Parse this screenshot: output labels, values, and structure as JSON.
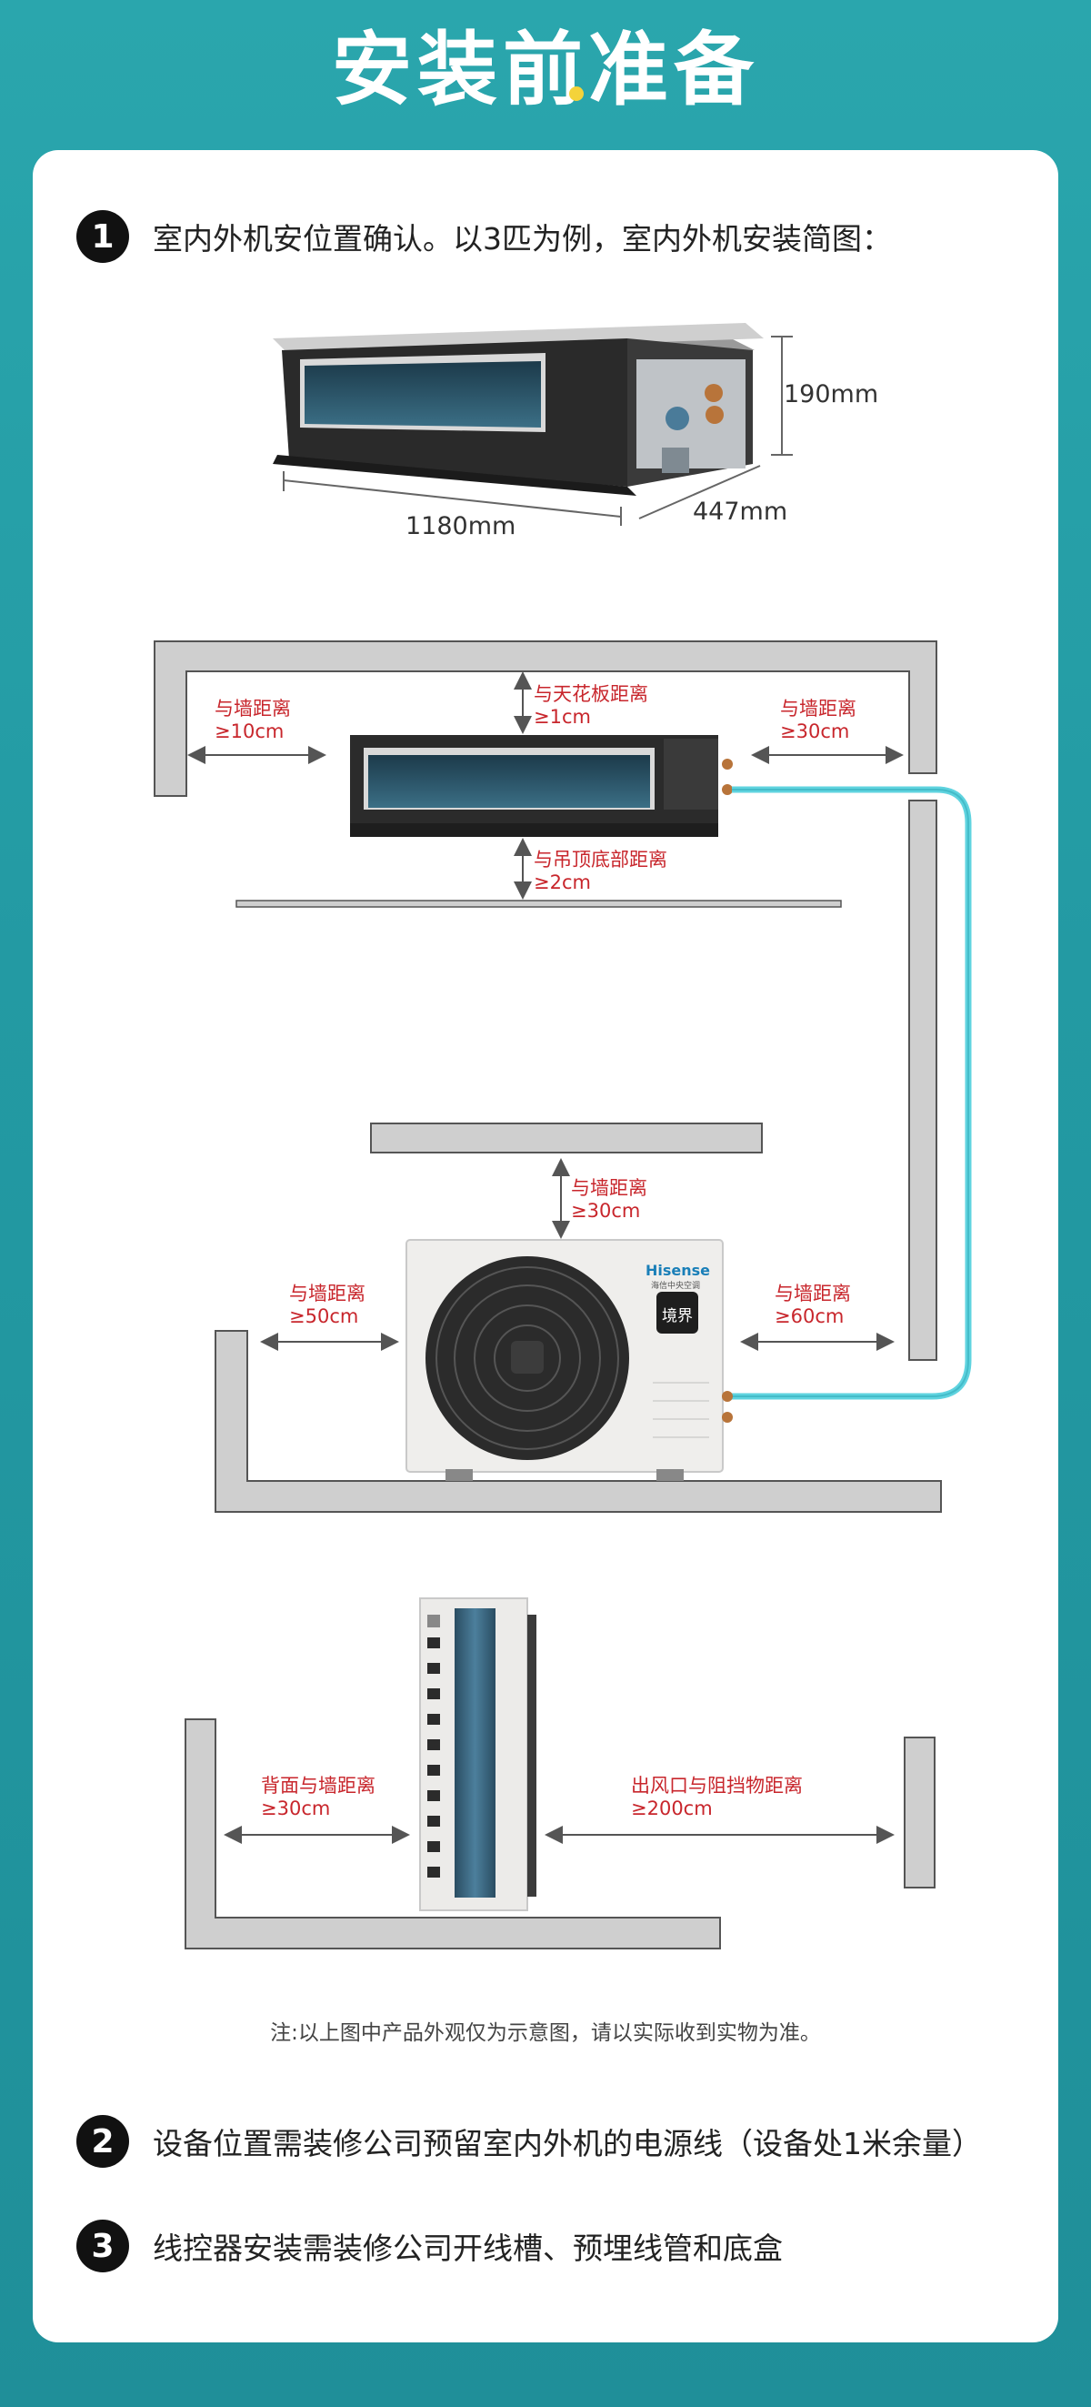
{
  "page": {
    "title": "安装前准备",
    "colors": {
      "background": "#2aa6ad",
      "accent_label": "#c8262c",
      "pipe": "#5fd3df",
      "wall": "#cfcfcf"
    }
  },
  "steps": [
    {
      "num": "1",
      "text": "室内外机安位置确认。以3匹为例，室内外机安装简图："
    },
    {
      "num": "2",
      "text": "设备位置需装修公司预留室内外机的电源线（设备处1米余量）"
    },
    {
      "num": "3",
      "text": "线控器安装需装修公司开线槽、预埋线管和底盒"
    }
  ],
  "dimensions": {
    "width": "1180mm",
    "depth": "447mm",
    "height": "190mm"
  },
  "indoor_clearances": {
    "left_wall": {
      "label": "与墙距离",
      "value": "≥10cm"
    },
    "ceiling": {
      "label": "与天花板距离",
      "value": "≥1cm"
    },
    "right_wall": {
      "label": "与墙距离",
      "value": "≥30cm"
    },
    "suspended_ceiling": {
      "label": "与吊顶底部距离",
      "value": "≥2cm"
    }
  },
  "outdoor_front_clearances": {
    "top": {
      "label": "与墙距离",
      "value": "≥30cm"
    },
    "left": {
      "label": "与墙距离",
      "value": "≥50cm"
    },
    "right": {
      "label": "与墙距离",
      "value": "≥60cm"
    }
  },
  "outdoor_side_clearances": {
    "back": {
      "label": "背面与墙距离",
      "value": "≥30cm"
    },
    "outlet": {
      "label": "出风口与阻挡物距离",
      "value": "≥200cm"
    }
  },
  "outdoor_unit": {
    "brand": "Hisense",
    "brand_sub": "海信中央空调",
    "badge": "境界"
  },
  "note": "注:以上图中产品外观仅为示意图，请以实际收到实物为准。"
}
